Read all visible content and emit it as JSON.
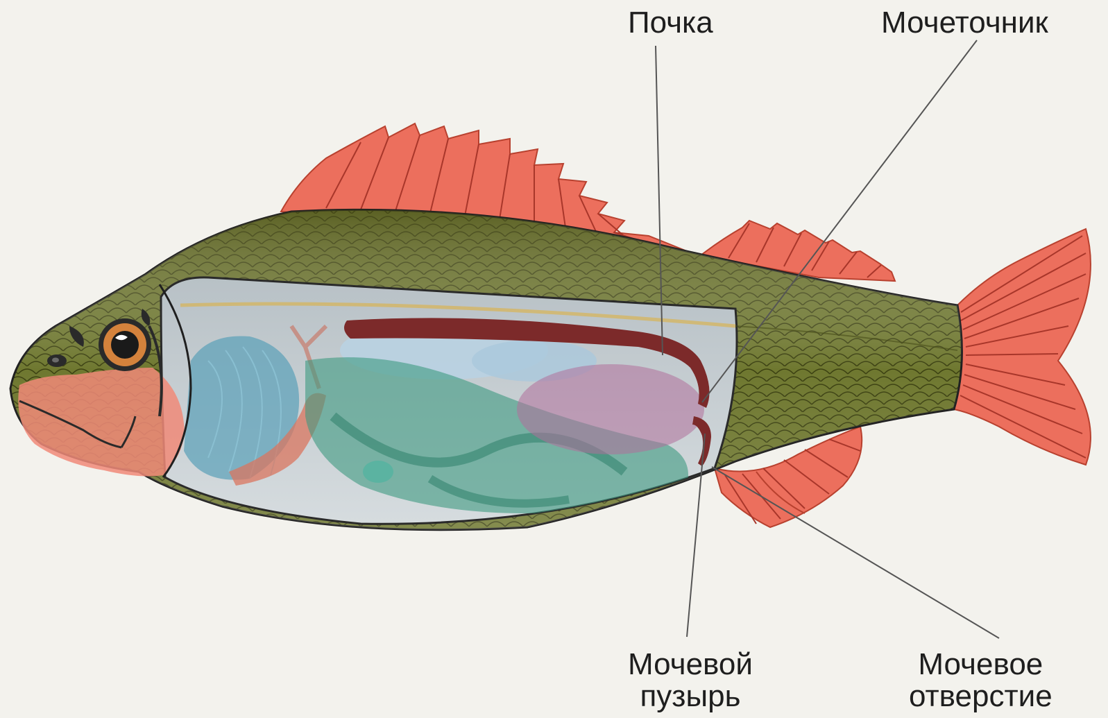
{
  "diagram": {
    "labels": {
      "kidney": "Почка",
      "ureter": "Мочеточник",
      "bladder_line1": "Мочевой",
      "bladder_line2": "пузырь",
      "opening_line1": "Мочевое",
      "opening_line2": "отверстие"
    }
  },
  "colors": {
    "background": "#f3f2ed",
    "fins": "#ec6f5d",
    "fin_rays": "#a8362a",
    "body_dark": "#5a5e22",
    "body_light": "#7e8736",
    "scales": "#3c4112",
    "belly_cavity": "#c7cdd0",
    "kidney": "#7c2a2a",
    "gills": "#5aa0b8",
    "liver_gut": "#3d9a80",
    "swim_bladder": "#b9d2e2",
    "gonad": "#b0709a",
    "head_pink": "#f08a78",
    "leader_lines": "#555555"
  },
  "icons": [
    "fish-illustration",
    "eye-icon"
  ]
}
